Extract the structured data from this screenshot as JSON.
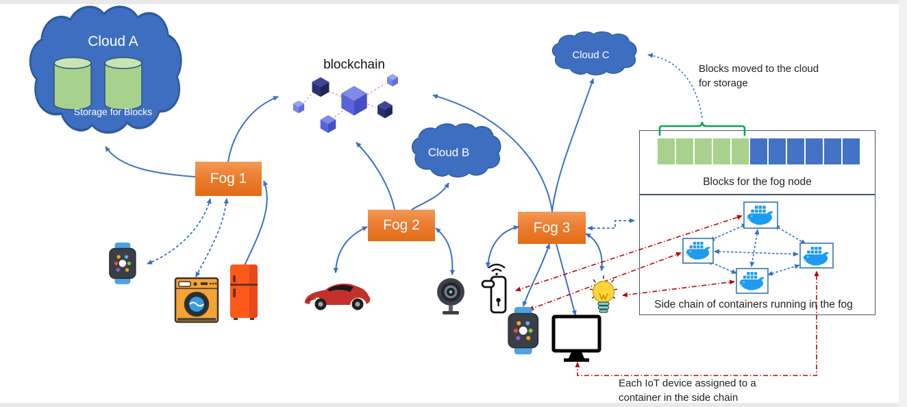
{
  "clouds": {
    "cloud_a": {
      "title": "Cloud A",
      "subtitle": "Storage for Blocks"
    },
    "cloud_b": {
      "label": "Cloud B"
    },
    "cloud_c": {
      "label": "Cloud C"
    }
  },
  "blockchain": {
    "label": "blockchain"
  },
  "fog_nodes": [
    {
      "label": "Fog 1"
    },
    {
      "label": "Fog 2"
    },
    {
      "label": "Fog 3"
    }
  ],
  "blocks_panel": {
    "caption": "Blocks for the fog node",
    "green_blocks": 5,
    "blue_blocks": 6,
    "green_color": "#A9D18E",
    "blue_color": "#4472C4"
  },
  "sidechain_panel": {
    "caption": "Side chain of containers running in the fog",
    "container_count": 4
  },
  "annotations": {
    "blocks_moved_line1": "Blocks moved to the cloud",
    "blocks_moved_line2": "for storage",
    "assign_line1": "Each IoT device assigned to a",
    "assign_line2": "container in the side chain"
  },
  "devices": {
    "fog1": [
      "smartwatch",
      "washing-machine",
      "refrigerator"
    ],
    "fog2": [
      "car",
      "webcam"
    ],
    "fog3": [
      "smart-door-lock",
      "smartwatch",
      "monitor",
      "smart-lightbulb"
    ]
  },
  "colors": {
    "cloud_blue": "#4472C4",
    "fog_orange": "#ED7D31",
    "arrow_blue": "#3A6FC4",
    "arrow_red": "#C00000",
    "brace_green": "#00A94F",
    "docker_blue": "#1D9BF0",
    "cube_blue": "#5A64D8",
    "cube_dark_navy": "#2B3076"
  }
}
